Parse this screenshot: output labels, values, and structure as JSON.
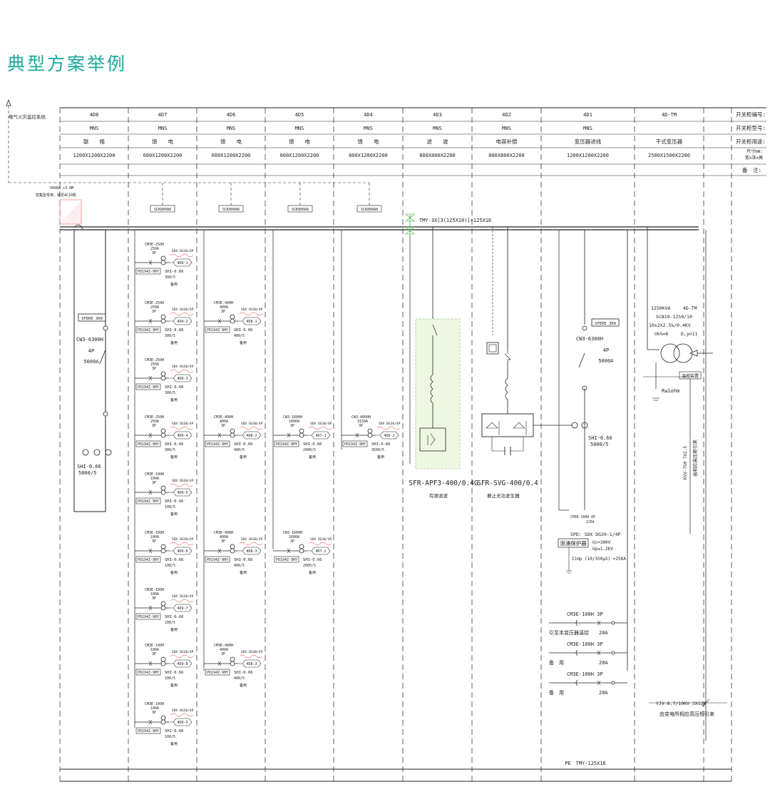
{
  "page_title": "典型方案举例",
  "fire_monitor_label": "电气火灾监控系统",
  "header_row_labels": [
    "开关柜编号:",
    "开关柜型号:",
    "开关柜用途:",
    "尺寸mm:",
    "宽x深x高",
    "备　注:"
  ],
  "cabinets": [
    {
      "id": "4D8",
      "model": "MNS",
      "use": "联　　络",
      "size": "1200X1200X2200"
    },
    {
      "id": "4D7",
      "model": "MNS",
      "use": "馈　　电",
      "size": "600X1200X2200"
    },
    {
      "id": "4D6",
      "model": "MNS",
      "use": "馈　　电",
      "size": "600X1200X2200"
    },
    {
      "id": "4D5",
      "model": "MNS",
      "use": "馈　　电",
      "size": "600X1200X2200"
    },
    {
      "id": "4D4",
      "model": "MNS",
      "use": "馈　　电",
      "size": "800X1200X2200"
    },
    {
      "id": "4D3",
      "model": "MNS",
      "use": "滤　　波",
      "size": "800X800X2200"
    },
    {
      "id": "4D2",
      "model": "MNS",
      "use": "电容补偿",
      "size": "800X800X2200"
    },
    {
      "id": "4D1",
      "model": "MNS",
      "use": "变压器进线",
      "size": "1200X1200X2200"
    },
    {
      "id": "4D-TM",
      "model": "",
      "use": "干式变压器",
      "size": "2500X1500X2200"
    }
  ],
  "busway_note_1": "5000A +3.0M",
  "busway_note_2": "密集型母排，接至4C10柜",
  "sck_label": "SCK800A8",
  "main_bus_label": "TMY-3X[3(125X10)]+125X16",
  "pe_bus_label": "PE　TMY-125X16",
  "tie": {
    "relay": "SFERE 300",
    "breaker": "CW3-6300H",
    "poles": "4P",
    "rating": "5000A",
    "ct": "SHI-0.66",
    "ct_ratio": "5000/5"
  },
  "incoming": {
    "relay": "SFERE 300",
    "breaker": "CW3-6300H",
    "poles": "4P",
    "rating": "5000A",
    "ct": "SHI-0.66",
    "ct_ratio": "5000/5"
  },
  "feeder_common": {
    "spd": "SDX DG30/4P",
    "meter": "PD194Z-9HY",
    "spare": "备用"
  },
  "feeders_4D7": [
    {
      "breaker": "CM3E-250H",
      "amps": "250A",
      "poles": "3P",
      "tag": "4D9-1",
      "ct": "SHI-0.66",
      "ratio": "300/5"
    },
    {
      "breaker": "CM3E-250H",
      "amps": "250A",
      "poles": "3P",
      "tag": "4D9-2",
      "ct": "SHI-0.66",
      "ratio": "300/5"
    },
    {
      "breaker": "CM3E-250H",
      "amps": "250A",
      "poles": "3P",
      "tag": "4D9-3",
      "ct": "SHI-0.66",
      "ratio": "300/5"
    },
    {
      "breaker": "CM3E-250H",
      "amps": "250A",
      "poles": "3P",
      "tag": "4D9-4",
      "ct": "SHI-0.66",
      "ratio": "300/5"
    },
    {
      "breaker": "CM3E-100H",
      "amps": "100A",
      "poles": "3P",
      "tag": "4D9-5",
      "ct": "SHI-0.66",
      "ratio": "100/5"
    },
    {
      "breaker": "CM3E-100H",
      "amps": "100A",
      "poles": "3P",
      "tag": "4D9-6",
      "ct": "SHI-0.66",
      "ratio": "100/5"
    },
    {
      "breaker": "CM3E-100H",
      "amps": "100A",
      "poles": "3P",
      "tag": "4D9-7",
      "ct": "SHI-0.66",
      "ratio": "100/5"
    },
    {
      "breaker": "CM3E-100H",
      "amps": "100A",
      "poles": "3P",
      "tag": "4D9-8",
      "ct": "SHI-0.66",
      "ratio": "100/5"
    },
    {
      "breaker": "CM3E-100H",
      "amps": "100A",
      "poles": "3P",
      "tag": "4D9-9",
      "ct": "SHI-0.66",
      "ratio": "100/5"
    }
  ],
  "feeders_4D6": [
    {
      "breaker": "CM3E-400H",
      "amps": "400A",
      "poles": "3P",
      "tag": "4D8-1",
      "ct": "SHI-0.66",
      "ratio": "400/5"
    },
    {
      "breaker": "CM3E-400H",
      "amps": "400A",
      "poles": "3P",
      "tag": "4D8-2",
      "ct": "SHI-0.66",
      "ratio": "400/5"
    },
    {
      "breaker": "CM3E-400H",
      "amps": "400A",
      "poles": "3P",
      "tag": "4D8-3",
      "ct": "SHI-0.66",
      "ratio": "400/5"
    },
    {
      "breaker": "CM3E-400H",
      "amps": "400A",
      "poles": "3P",
      "tag": "4D8-3",
      "ct": "SHI-0.66",
      "ratio": "400/5"
    }
  ],
  "feeders_4D5": [
    {
      "breaker": "CW3-1600H",
      "amps": "1600A",
      "poles": "3P",
      "tag": "4D7-1",
      "ct": "SHI-0.66",
      "ratio": "2000/5"
    },
    {
      "breaker": "CW3-1600H",
      "amps": "1600A",
      "poles": "3P",
      "tag": "4D7-2",
      "ct": "SHI-0.66",
      "ratio": "2000/5"
    }
  ],
  "feeders_4D4": [
    {
      "breaker": "CW3-4000H",
      "amps": "3150A",
      "poles": "3P",
      "tag": "4D6-1",
      "ct": "SHI-0.66",
      "ratio": "3500/5"
    }
  ],
  "apf": {
    "model": "SFR-APF3-400/0.4G",
    "desc": "有源滤波"
  },
  "svg_gen": {
    "model": "SFR-SVG-400/0.4",
    "desc": "静止无功发生器"
  },
  "spd_branch": {
    "breaker": "CM3E-160H 4P",
    "amps": "125A",
    "spd": "SPD: SDX DG30-1/4P",
    "label": "浪涌保护器",
    "uc": "Uc=300V",
    "up": "Up≤1.2KV",
    "iimp": "Iimp (10/350μS) =25KA"
  },
  "aux_branches": [
    {
      "breaker": "CM3E-100H 3P",
      "label": "引至本变压器温控",
      "amps": "20A"
    },
    {
      "breaker": "CM3E-100H 3P",
      "label": "备　用",
      "amps": "20A"
    },
    {
      "breaker": "CM3E-100H 3P",
      "label": "备　用",
      "amps": "20A"
    }
  ],
  "transformer": {
    "kva": "1250KVA",
    "tag": "4D-TM",
    "model": "SCB10-1250/10",
    "ratio": "10±2X2.5%/0.4KV",
    "uk": "Uk%=6",
    "vector": "D,yn11",
    "temp": "温控装置",
    "ground": "R≤1ohm",
    "hv_cable": "KVV-750 7X2.5",
    "hv_cable_note": "由相应高压柜引来",
    "lv_cable": "YJV-8.7/10KV 3X120",
    "lv_cable_note": "由变电所相应高压柜引来"
  }
}
